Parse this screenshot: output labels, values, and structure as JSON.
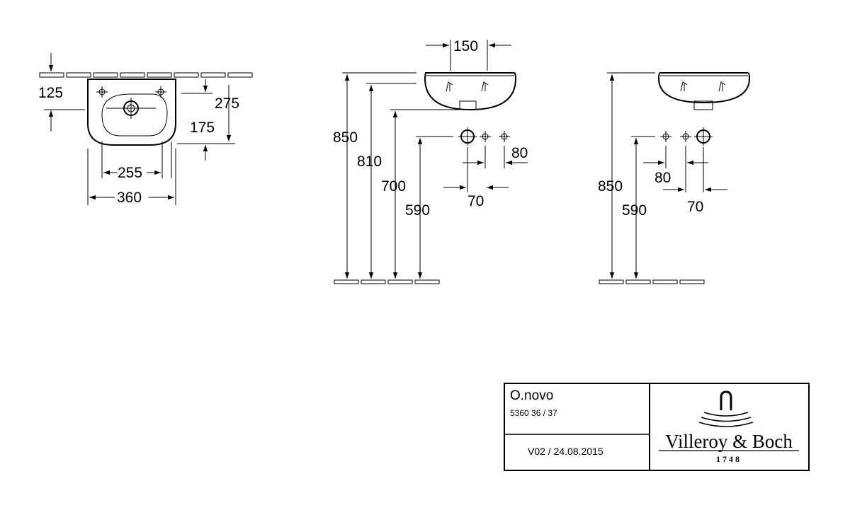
{
  "plan_view": {
    "dims": {
      "d125": "125",
      "d275": "275",
      "d175": "175",
      "d255": "255",
      "d360": "360"
    }
  },
  "front_view": {
    "dims": {
      "d150": "150",
      "d850": "850",
      "d810": "810",
      "d700": "700",
      "d590": "590",
      "d80": "80",
      "d70": "70"
    }
  },
  "side_view": {
    "dims": {
      "d850": "850",
      "d590": "590",
      "d80": "80",
      "d70": "70"
    }
  },
  "title_block": {
    "product_name": "O.novo",
    "article_number": "5360 36 / 37",
    "version": "V02 / 24.08.2015",
    "brand": "Villeroy & Boch",
    "brand_year": "1748"
  }
}
